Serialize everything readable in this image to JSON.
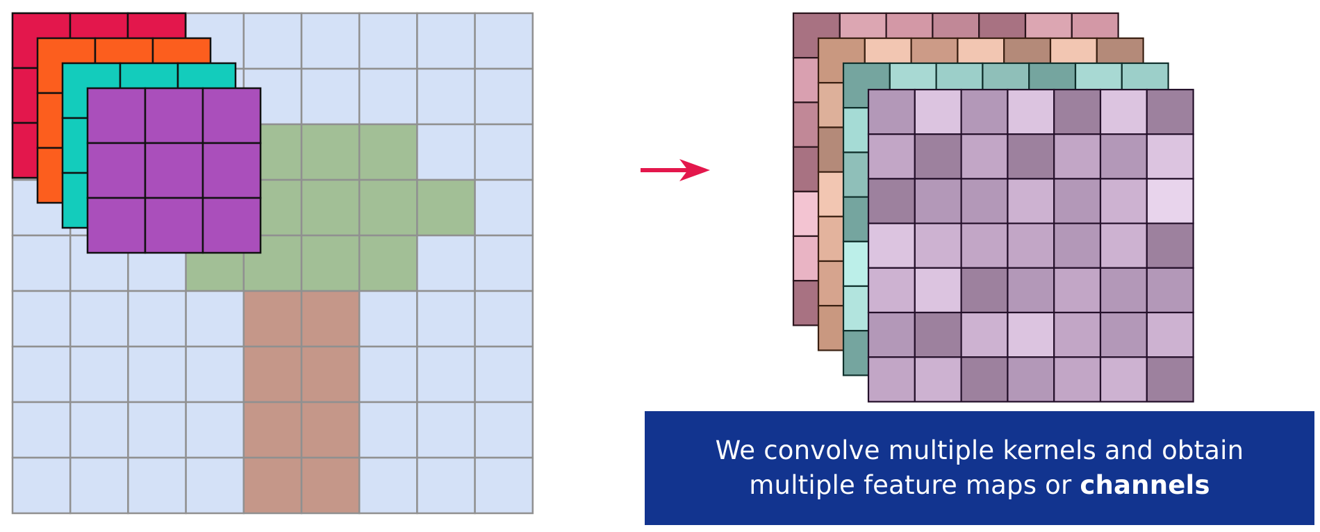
{
  "caption": {
    "before": "We convolve multiple kernels and obtain",
    "middle": "multiple feature maps or ",
    "bold": "channels"
  },
  "input_grid": {
    "rows": 9,
    "cols": 9,
    "colors": {
      "background": "#d4e1f7",
      "green": "#a2bf96",
      "brown": "#c59789",
      "gridline": "#909090"
    },
    "green_cells": [
      [
        2,
        4
      ],
      [
        2,
        5
      ],
      [
        2,
        6
      ],
      [
        3,
        4
      ],
      [
        3,
        5
      ],
      [
        3,
        6
      ],
      [
        3,
        7
      ],
      [
        4,
        3
      ],
      [
        4,
        4
      ],
      [
        4,
        5
      ],
      [
        4,
        6
      ]
    ],
    "brown_cells": [
      [
        5,
        4
      ],
      [
        5,
        5
      ],
      [
        6,
        4
      ],
      [
        6,
        5
      ],
      [
        7,
        4
      ],
      [
        7,
        5
      ],
      [
        8,
        4
      ],
      [
        8,
        5
      ]
    ]
  },
  "kernels": {
    "size": 3,
    "colors": [
      "#e3174c",
      "#fc5e1e",
      "#13ccbc",
      "#aa4fbb"
    ]
  },
  "arrow": {
    "color": "#e3174c"
  },
  "feature_maps": {
    "rows": 7,
    "cols": 7,
    "layers": [
      {
        "name": "red",
        "border": "#2a141c",
        "cells": [
          [
            "#a87282",
            "#dca6b2",
            "#d398a6",
            "#c18897",
            "#a87282",
            "#dca6b2",
            "#d398a6"
          ],
          [
            "#d9a0b0",
            "#c48898",
            "#dca6b2",
            "#d398a6",
            "#c18897",
            "#a87282",
            "#dca6b2"
          ],
          [
            "#c18897",
            "#d398a6",
            "#a87282",
            "#dca6b2",
            "#d9a0b0",
            "#c48898",
            "#d398a6"
          ],
          [
            "#a87282",
            "#c18897",
            "#d9a0b0",
            "#c48898",
            "#dca6b2",
            "#d398a6",
            "#a87282"
          ],
          [
            "#f3c4d2",
            "#dca6b2",
            "#c18897",
            "#a87282",
            "#d398a6",
            "#d9a0b0",
            "#c48898"
          ],
          [
            "#e9b4c4",
            "#a87282",
            "#d398a6",
            "#dca6b2",
            "#c18897",
            "#c48898",
            "#d9a0b0"
          ],
          [
            "#a87282",
            "#d398a6",
            "#c48898",
            "#dca6b2",
            "#a87282",
            "#d398a6",
            "#c18897"
          ]
        ]
      },
      {
        "name": "orange",
        "border": "#3a2012",
        "cells": [
          [
            "#c99880",
            "#f2c6b2",
            "#cc9b87",
            "#f2c6b2",
            "#b48a79",
            "#f2c6b2",
            "#b48a79"
          ],
          [
            "#ddb09a",
            "#c99880",
            "#f2c6b2",
            "#b48a79",
            "#cc9b87",
            "#ddb09a",
            "#f2c6b2"
          ],
          [
            "#b48a79",
            "#ddb09a",
            "#cc9b87",
            "#f2c6b2",
            "#c99880",
            "#b48a79",
            "#ddb09a"
          ],
          [
            "#f2c6b2",
            "#cc9b87",
            "#b48a79",
            "#ddb09a",
            "#f2c6b2",
            "#c99880",
            "#cc9b87"
          ],
          [
            "#e3b39d",
            "#f2c6b2",
            "#ddb09a",
            "#c99880",
            "#b48a79",
            "#cc9b87",
            "#f2c6b2"
          ],
          [
            "#d6a48e",
            "#b48a79",
            "#c99880",
            "#f2c6b2",
            "#ddb09a",
            "#cc9b87",
            "#c99880"
          ],
          [
            "#c99880",
            "#ddb09a",
            "#cc9b87",
            "#b48a79",
            "#f2c6b2",
            "#c99880",
            "#b48a79"
          ]
        ]
      },
      {
        "name": "teal",
        "border": "#0f2f2b",
        "cells": [
          [
            "#75a59f",
            "#a8d9d3",
            "#9ccfc9",
            "#8fbfb9",
            "#75a59f",
            "#a8d9d3",
            "#9ccfc9"
          ],
          [
            "#a5dbd5",
            "#8fbfb9",
            "#a8d9d3",
            "#75a59f",
            "#9ccfc9",
            "#8fbfb9",
            "#a8d9d3"
          ],
          [
            "#8fbfb9",
            "#9ccfc9",
            "#75a59f",
            "#a8d9d3",
            "#8fbfb9",
            "#9ccfc9",
            "#75a59f"
          ],
          [
            "#75a59f",
            "#a8d9d3",
            "#8fbfb9",
            "#9ccfc9",
            "#a8d9d3",
            "#75a59f",
            "#8fbfb9"
          ],
          [
            "#bcefe9",
            "#8fbfb9",
            "#a8d9d3",
            "#75a59f",
            "#9ccfc9",
            "#a8d9d3",
            "#9ccfc9"
          ],
          [
            "#b2e4de",
            "#9ccfc9",
            "#75a59f",
            "#a8d9d3",
            "#8fbfb9",
            "#9ccfc9",
            "#a8d9d3"
          ],
          [
            "#75a59f",
            "#a8d9d3",
            "#9ccfc9",
            "#8fbfb9",
            "#75a59f",
            "#a8d9d3",
            "#8fbfb9"
          ]
        ]
      },
      {
        "name": "purple",
        "border": "#24102a",
        "cells": [
          [
            "#b398b8",
            "#dcc4e0",
            "#b398b8",
            "#dcc4e0",
            "#9d819e",
            "#dcc4e0",
            "#9d819e"
          ],
          [
            "#c2a6c6",
            "#9d819e",
            "#c2a6c6",
            "#9d819e",
            "#c2a6c6",
            "#b398b8",
            "#dcc4e0"
          ],
          [
            "#9d819e",
            "#b398b8",
            "#b398b8",
            "#cdb2d1",
            "#b398b8",
            "#cdb2d1",
            "#e8d4ec"
          ],
          [
            "#dcc4e0",
            "#cdb2d1",
            "#c2a6c6",
            "#c2a6c6",
            "#b398b8",
            "#cdb2d1",
            "#9d819e"
          ],
          [
            "#cdb2d1",
            "#dcc4e0",
            "#9d819e",
            "#b398b8",
            "#c2a6c6",
            "#b398b8",
            "#b398b8"
          ],
          [
            "#b398b8",
            "#9d819e",
            "#cdb2d1",
            "#dcc4e0",
            "#c2a6c6",
            "#b398b8",
            "#cdb2d1"
          ],
          [
            "#c2a6c6",
            "#cdb2d1",
            "#9d819e",
            "#b398b8",
            "#c2a6c6",
            "#cdb2d1",
            "#9d819e"
          ]
        ]
      }
    ]
  }
}
